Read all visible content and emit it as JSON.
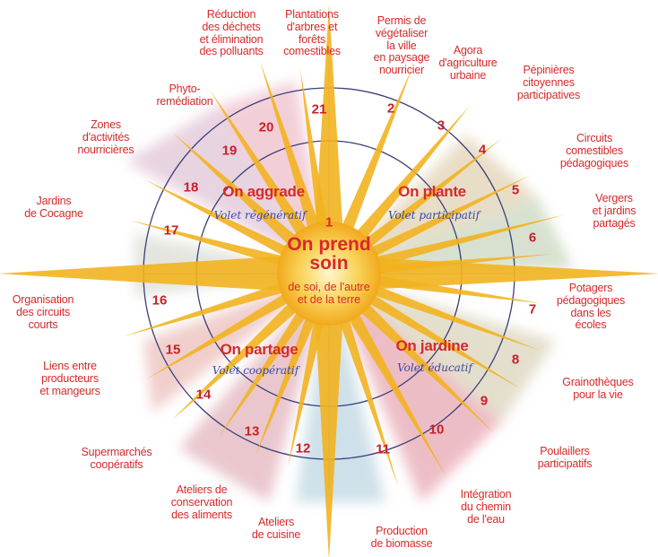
{
  "center": {
    "number": "1",
    "title": "On prend\nsoin",
    "subtitle": "de soi, de l'autre\net de la terre"
  },
  "quadrants": [
    {
      "id": "q-aggrade",
      "title": "On aggrade",
      "subtitle": "Volet régénératif"
    },
    {
      "id": "q-plante",
      "title": "On plante",
      "subtitle": "Volet participatif"
    },
    {
      "id": "q-partage",
      "title": "On partage",
      "subtitle": "Volet coopératif"
    },
    {
      "id": "q-jardine",
      "title": "On jardine",
      "subtitle": "Volet éducatif"
    }
  ],
  "numbers": [
    "2",
    "3",
    "4",
    "5",
    "6",
    "7",
    "8",
    "9",
    "10",
    "11",
    "12",
    "13",
    "14",
    "15",
    "16",
    "17",
    "18",
    "19",
    "20",
    "21"
  ],
  "labels": [
    "Permis de\nvégétaliser\nla ville\nen paysage\nnourricier",
    "Agora\nd'agriculture\nurbaine",
    "Pépinières\ncitoyennes\nparticipatives",
    "Circuits\ncomestibles\npédagogiques",
    "Vergers\net jardins\npartagés",
    "Potagers\npédagogiques\ndans les\nécoles",
    "Grainothèques\npour la vie",
    "Poulaillers\nparticipatifs",
    "Intégration\ndu chemin\nde l'eau",
    "Production\nde biomasse",
    "Ateliers\nde cuisine",
    "Ateliers de\nconservation\ndes aliments",
    "Supermarchés\ncoopératifs",
    "Liens entre\nproducteurs\net mangeurs",
    "Organisation\ndes circuits\ncourts",
    "Jardins\nde Cocagne",
    "Zones\nd'activités\nnourricières",
    "Phyto-\nremédiation",
    "Réduction\ndes déchets\net élimination\ndes polluants",
    "Plantations\nd'arbres et\nforêts\ncomestibles"
  ],
  "colors": {
    "text": "#d62a2a",
    "subtitle": "#3a4aa0",
    "rays": "#f2b21f",
    "sun": "#f7c842",
    "circles": "#3b3f7a"
  }
}
